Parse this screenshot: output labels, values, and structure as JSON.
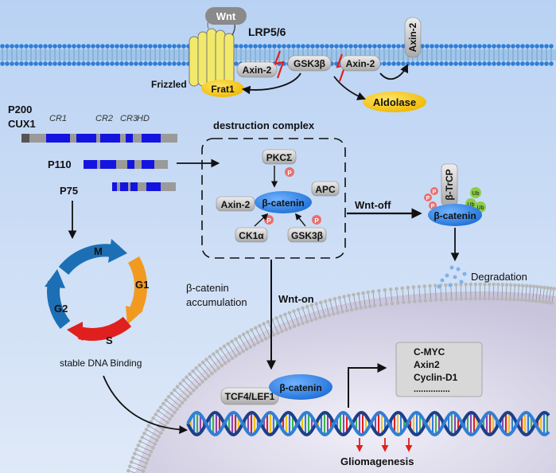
{
  "membrane": {
    "wnt": "Wnt",
    "lrp": "LRP5/6",
    "frizzled": "Frizzled",
    "frat1": "Frat1",
    "axin2_left": "Axin-2",
    "gsk3b": "GSK3β",
    "axin2_right": "Axin-2",
    "axin2_released": "Axin-2",
    "aldolase": "Aldolase"
  },
  "cux1": {
    "p200": "P200",
    "cux1": "CUX1",
    "domains": [
      "CR1",
      "CR2",
      "CR3",
      "HD"
    ],
    "p110": "P110",
    "p75": "P75"
  },
  "cell_cycle": {
    "phases": [
      "M",
      "G1",
      "S",
      "G2"
    ],
    "caption": "stable DNA Binding"
  },
  "destruction_complex": {
    "title": "destruction complex",
    "pkc": "PKCΣ",
    "apc": "APC",
    "axin2": "Axin-2",
    "beta_catenin": "β-catenin",
    "ck1a": "CK1α",
    "gsk3b": "GSK3β",
    "phospho": "P"
  },
  "degradation": {
    "wnt_off": "Wnt-off",
    "btrcp": "β-TrCP",
    "beta_catenin": "β-catenin",
    "ub": "Ub",
    "label": "Degradation"
  },
  "nucleus": {
    "accum_line1": "β-catenin",
    "accum_line2": "accumulation",
    "wnt_on": "Wnt-on",
    "tcf": "TCF4/LEF1",
    "beta_catenin": "β-catenin",
    "targets": [
      "C-MYC",
      "Axin2",
      "Cyclin-D1",
      "..............."
    ],
    "gliomagenesis": "Gliomagenesis"
  },
  "colors": {
    "background": "#cfe0f7",
    "nucleus": "#ccc8de",
    "beta_catenin": "#2f7fe0",
    "frat_aldolase": "#f5c518",
    "phospho": "#e8706e",
    "cux_blue": "#1414e0",
    "cux_gray": "#9a9a9a",
    "cycle_blue": "#1c6fb4",
    "cycle_orange": "#f29a1f",
    "cycle_red": "#e0201e",
    "ub_green": "#8ccc4a"
  }
}
